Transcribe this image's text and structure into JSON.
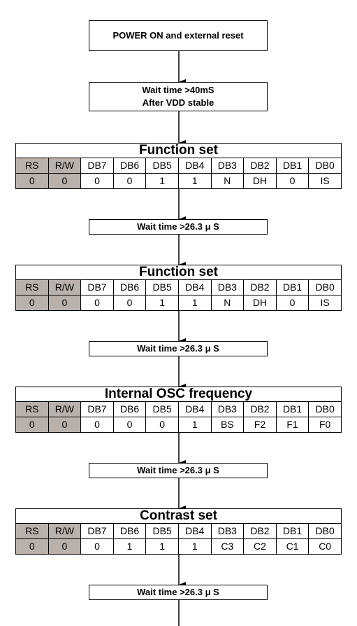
{
  "steps": {
    "power_on": "POWER ON and external reset",
    "wait_40ms": [
      "Wait time >40mS",
      "After VDD stable"
    ]
  },
  "header_cells": [
    "RS",
    "R/W",
    "DB7",
    "DB6",
    "DB5",
    "DB4",
    "DB3",
    "DB2",
    "DB1",
    "DB0"
  ],
  "tables": [
    {
      "title": "Function set",
      "values": [
        "0",
        "0",
        "0",
        "0",
        "1",
        "1",
        "N",
        "DH",
        "0",
        "IS"
      ]
    },
    {
      "title": "Function set",
      "values": [
        "0",
        "0",
        "0",
        "0",
        "1",
        "1",
        "N",
        "DH",
        "0",
        "IS"
      ]
    },
    {
      "title": "Internal OSC frequency",
      "values": [
        "0",
        "0",
        "0",
        "0",
        "0",
        "1",
        "BS",
        "F2",
        "F1",
        "F0"
      ]
    },
    {
      "title": "Contrast set",
      "values": [
        "0",
        "0",
        "0",
        "1",
        "1",
        "1",
        "C3",
        "C2",
        "C1",
        "C0"
      ]
    }
  ],
  "wait_short": "Wait time >26.3 μ S",
  "colors": {
    "gray_cell": "#b9b1ac",
    "line": "#000000"
  }
}
